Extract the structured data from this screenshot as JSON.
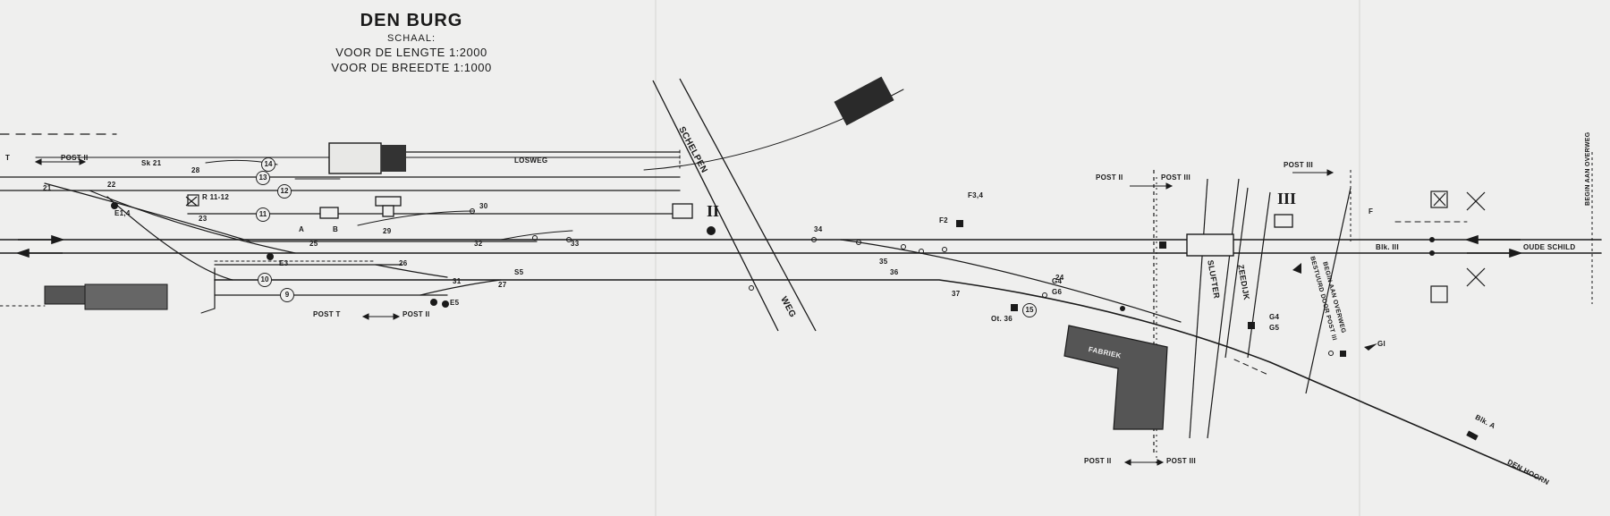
{
  "title": {
    "name": "DEN BURG",
    "scale_label": "SCHAAL:",
    "length_scale": "VOOR DE LENGTE 1:2000",
    "width_scale": "VOOR DE BREEDTE 1:1000"
  },
  "roads": {
    "schelpen": "SCHELPEN",
    "weg": "WEG",
    "losweg": "LOSWEG",
    "sluiter": "SLUFTER",
    "zeedijk": "ZEEDIJK",
    "fabriek": "FABRIEK"
  },
  "directions": {
    "oude_schild": "OUDE SCHILD",
    "den_hoorn": "DEN HOORN",
    "blk_iii": "Blk. III",
    "blk_a": "Blk. A"
  },
  "posts": {
    "post_i_ii_top": [
      "T",
      "POST II"
    ],
    "post_ii_iii_top": [
      "POST II",
      "POST III"
    ],
    "post_iii_top": "POST III",
    "post_i_ii_bottom": [
      "POST T",
      "POST II"
    ],
    "post_ii_iii_bottom": [
      "POST II",
      "POST III"
    ]
  },
  "track_numbers": [
    "14",
    "13",
    "12",
    "11",
    "10",
    "9",
    "15"
  ],
  "switch_labels": [
    "21",
    "22",
    "28",
    "30",
    "34",
    "35",
    "36",
    "32",
    "33",
    "29",
    "25",
    "26",
    "27",
    "31",
    "37",
    "23",
    "24"
  ],
  "signal_labels": [
    "F3,4",
    "F2",
    "Sk 21",
    "R 11-12",
    "E1,4",
    "E3",
    "E5",
    "S5",
    "G4",
    "G6",
    "G4",
    "G5",
    "Ot. 36",
    "Gl",
    "F",
    "A",
    "B"
  ],
  "buildings_roman": [
    "II",
    "III"
  ],
  "small_notes": {
    "begin_aan_overweg": "BEGIN AAN OVERWEG",
    "bestuurd": "BESTUURD DOOR POST III",
    "begin_aan_overweg_2": "BEGIN AAN OVERWEG"
  }
}
